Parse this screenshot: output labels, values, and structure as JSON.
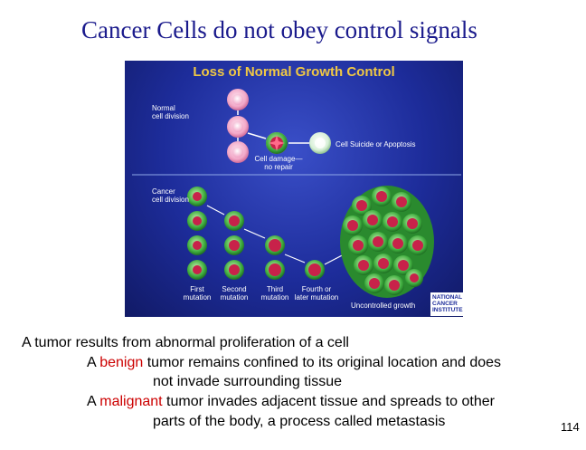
{
  "slide": {
    "title": "Cancer Cells do not obey control signals",
    "number": "114"
  },
  "figure": {
    "title": "Loss of Normal Growth Control",
    "normal_label": "Normal cell division",
    "normal_label_line1": "Normal",
    "normal_label_line2": "cell division",
    "suicide_label": "Cell Suicide or Apoptosis",
    "damage_label_line1": "Cell damage—",
    "damage_label_line2": "no repair",
    "cancer_label_line1": "Cancer",
    "cancer_label_line2": "cell division",
    "stages": [
      {
        "line1": "First",
        "line2": "mutation"
      },
      {
        "line1": "Second",
        "line2": "mutation"
      },
      {
        "line1": "Third",
        "line2": "mutation"
      },
      {
        "line1": "Fourth or",
        "line2": "later mutation"
      }
    ],
    "uncontrolled_label": "Uncontrolled growth",
    "logo_lines": [
      "NATIONAL",
      "CANCER",
      "INSTITUTE"
    ],
    "colors": {
      "background": "#1d2c9a",
      "title": "#f0c844",
      "normal_cell": "#f2a8c8",
      "normal_nucleus": "#f8d6e6",
      "cancer_cell": "#3fae3f",
      "damaged_nucleus": "#c8224a",
      "apoptosis_cell": "#d8f0d8"
    }
  },
  "text": {
    "line1": "A tumor results from abnormal proliferation of a cell",
    "benign_prefix": "A ",
    "benign_word": "benign",
    "benign_rest": " tumor remains confined to its original location and does",
    "benign_cont": "not invade surrounding tissue",
    "malignant_prefix": "A ",
    "malignant_word": "malignant",
    "malignant_rest": " tumor invades adjacent tissue and spreads to other",
    "malignant_cont": "parts of the body, a process called metastasis"
  }
}
